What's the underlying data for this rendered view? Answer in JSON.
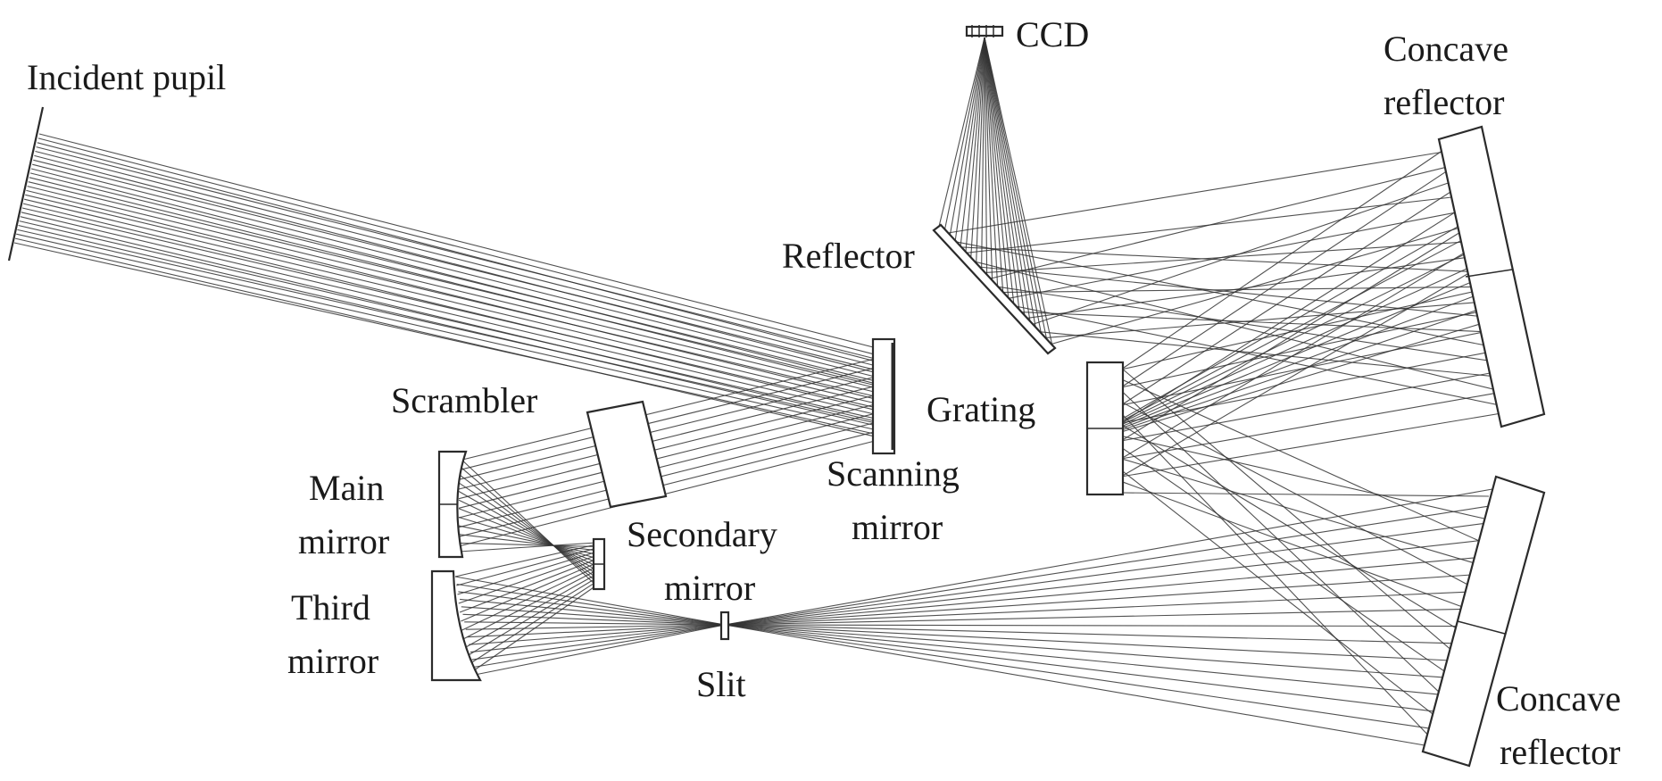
{
  "labels": {
    "incident_pupil": "Incident pupil",
    "ccd": "CCD",
    "concave_reflector_top_1": "Concave",
    "concave_reflector_top_2": "reflector",
    "reflector": "Reflector",
    "scrambler": "Scrambler",
    "grating": "Grating",
    "scanning_mirror_1": "Scanning",
    "scanning_mirror_2": "mirror",
    "main_mirror_1": "Main",
    "main_mirror_2": "mirror",
    "secondary_mirror_1": "Secondary",
    "secondary_mirror_2": "mirror",
    "third_mirror_1": "Third",
    "third_mirror_2": "mirror",
    "slit": "Slit",
    "concave_reflector_bottom_1": "Concave",
    "concave_reflector_bottom_2": "reflector"
  },
  "colors": {
    "ray": "#333333",
    "outline": "#2b2b2b",
    "text": "#1a1a1a"
  }
}
